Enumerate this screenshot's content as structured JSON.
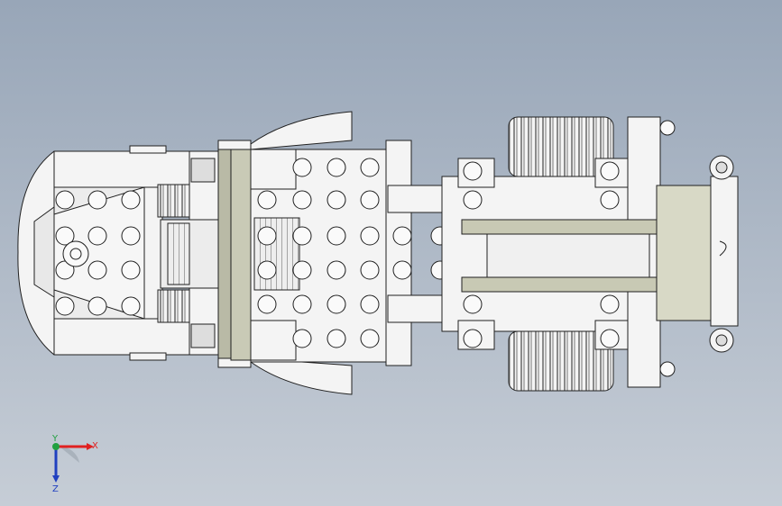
{
  "viewport": {
    "background_top": "#98a6b8",
    "background_bottom": "#c6cdd6",
    "part_fill": "#f4f4f4",
    "shade_fill": "#b9baa6",
    "line_color": "#202020"
  },
  "triad": {
    "x_label": "X",
    "y_label": "Y",
    "z_label": "Z",
    "x_color": "#e02020",
    "y_color": "#20a040",
    "z_color": "#2040c0"
  }
}
